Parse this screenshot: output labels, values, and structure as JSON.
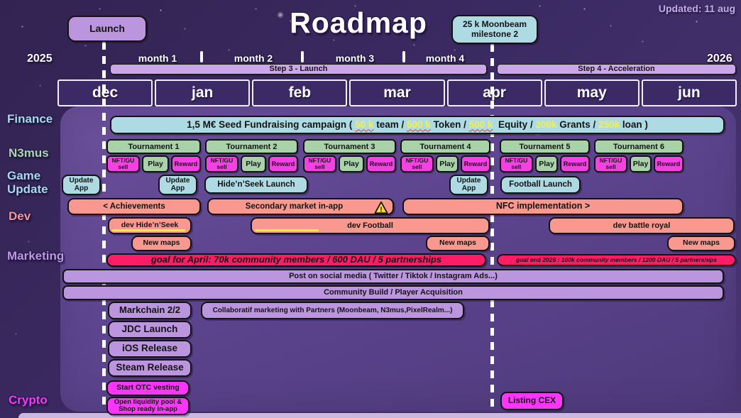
{
  "colors": {
    "background": "#3a2a62",
    "panel": "#5e4590",
    "light_purple": "#bb95de",
    "step_purple": "#cba7ea",
    "light_blue": "#aedae3",
    "green": "#a9d2ab",
    "magenta": "#f541e4",
    "crypto_magenta": "#fb35fb",
    "salmon": "#f8988f",
    "goal_pink": "#fb1e66",
    "highlight_yellow": "#f8ef45",
    "warning_yellow": "#f7d83f"
  },
  "header": {
    "title": "Roadmap",
    "updated": "Updated: 11 aug",
    "launch_bubble": "Launch",
    "milestone_bubble": "25 k Moonbeam milestone 2",
    "year_left": "2025",
    "year_right": "2026",
    "month_markers": [
      "month 1",
      "month 2",
      "month 3",
      "month 4"
    ],
    "step3": "Step 3 - Launch",
    "step4": "Step 4 - Acceleration"
  },
  "months": [
    "dec",
    "jan",
    "feb",
    "mar",
    "apr",
    "may",
    "jun"
  ],
  "finance": {
    "label": "Finance",
    "campaign": {
      "seg1": "1,5 M€ Seed Fundraising campaign (",
      "amt1": "50 k",
      "seg2": "team /",
      "amt2": "500 k",
      "seg3": "Token /",
      "amt3": "500 k",
      "seg4": "Equity /",
      "amt4": "200k",
      "seg5": "Grants /",
      "amt5": "250k",
      "seg6": "loan )"
    }
  },
  "n3mus": {
    "label": "N3mus",
    "tournaments": [
      {
        "title": "Tournament 1",
        "nft": "NFT/GU sell",
        "play": "Play",
        "reward": "Reward"
      },
      {
        "title": "Tournament 2",
        "nft": "NFT/GU sell",
        "play": "Play",
        "reward": "Reward"
      },
      {
        "title": "Tournament 3",
        "nft": "NFT/GU sell",
        "play": "Play",
        "reward": "Reward"
      },
      {
        "title": "Tournament 4",
        "nft": "NFT/GU sell",
        "play": "Play",
        "reward": "Reward"
      },
      {
        "title": "Tournament 5",
        "nft": "NFT/GU sell",
        "play": "Play",
        "reward": "Reward"
      },
      {
        "title": "Tournament 6",
        "nft": "NFT/GU sell",
        "play": "Play",
        "reward": "Reward"
      }
    ]
  },
  "game_update": {
    "label": "Game Update",
    "update_app": "Update App",
    "hideseek_launch": "Hide’n’Seek Launch",
    "football_launch": "Football Launch"
  },
  "dev": {
    "label": "Dev",
    "achievements": "< Achievements",
    "secondary_market": "Secondary market in-app",
    "nfc": "NFC implementation >",
    "dev_hideseek": "dev Hide’n’Seek",
    "dev_football": "dev Football",
    "dev_battle": "dev battle royal",
    "new_maps": "New maps"
  },
  "marketing": {
    "label": "Marketing",
    "goal_april": "goal for April: 70k community members / 600 DAU / 5 partnerships",
    "goal_2026": "goal end 2026 : 100k community members / 1200 DAU / 5 partnerships",
    "post_social": "Post on social media ( Twitter / Tiktok / Instagram Ads...)",
    "community": "Community Build / Player Acquisition",
    "markchain": "Markchain 2/2",
    "collab": "Collaboratif marketing with Partners (Moonbeam, N3mus,PixelRealm...)",
    "jdc": "JDC Launch",
    "ios": "iOS Release",
    "steam": "Steam Release"
  },
  "crypto": {
    "label": "Crypto",
    "otc": "Start OTC vesting",
    "liquidity": "Open liquidity pool & Shop ready in-app",
    "listing": "Listing CEX"
  }
}
